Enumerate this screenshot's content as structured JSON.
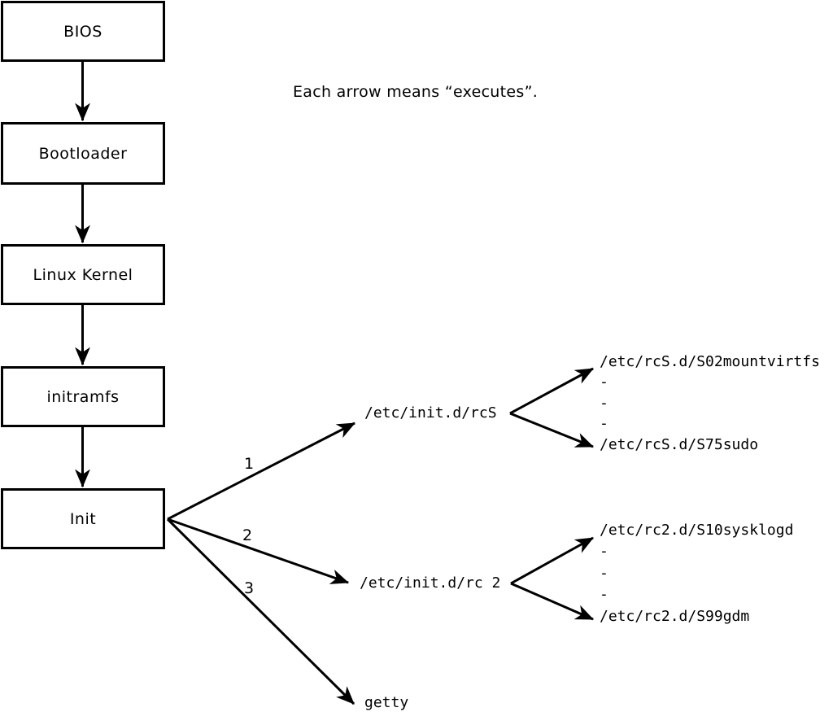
{
  "caption": "Each arrow means “executes”.",
  "chain_boxes": [
    {
      "label": "BIOS"
    },
    {
      "label": "Bootloader"
    },
    {
      "label": "Linux Kernel"
    },
    {
      "label": "initramfs"
    },
    {
      "label": "Init"
    }
  ],
  "branches": [
    {
      "number": "1",
      "target": "/etc/init.d/rcS"
    },
    {
      "number": "2",
      "target": "/etc/init.d/rc 2"
    },
    {
      "number": "3",
      "target": "getty"
    }
  ],
  "rcs_scripts": {
    "first": "/etc/rcS.d/S02mountvirtfs",
    "dashes": [
      "-",
      "-",
      "-"
    ],
    "last": "/etc/rcS.d/S75sudo"
  },
  "rc2_scripts": {
    "first": "/etc/rc2.d/S10sysklogd",
    "dashes": [
      "-",
      "-",
      "-"
    ],
    "last": "/etc/rc2.d/S99gdm"
  },
  "colors": {
    "line": "#000000",
    "text": "#000000",
    "box_fill": "#ffffff",
    "background": "#ffffff"
  }
}
